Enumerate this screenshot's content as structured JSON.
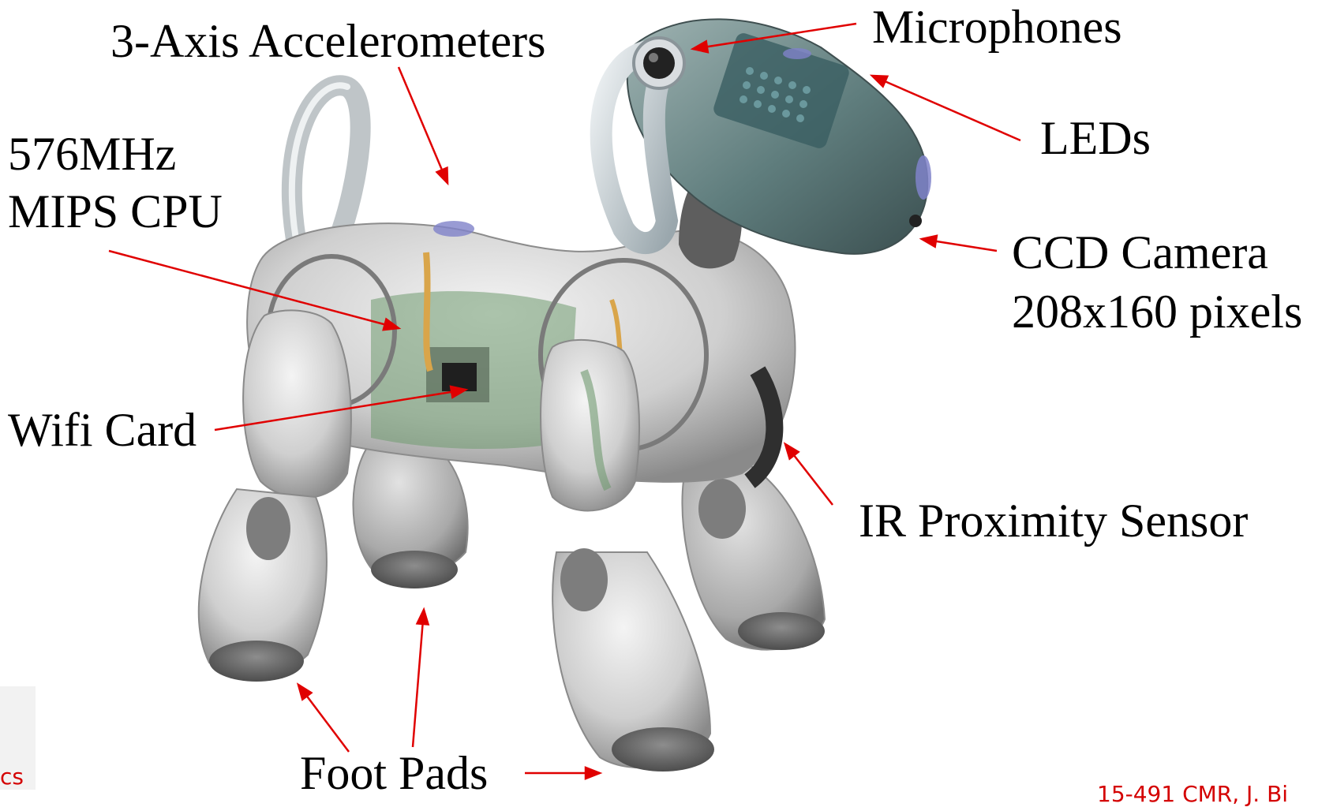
{
  "labels": {
    "accelerometers": "3-Axis Accelerometers",
    "microphones": "Microphones",
    "cpu_line1": "576MHz",
    "cpu_line2": "MIPS CPU",
    "leds": "LEDs",
    "camera_line1": "CCD Camera",
    "camera_line2": "208x160 pixels",
    "wifi": "Wifi Card",
    "ir_sensor": "IR Proximity Sensor",
    "foot_pads": "Foot Pads"
  },
  "footer": {
    "left_fragment": "cs",
    "right_fragment": "15-491 CMR, J. Bi"
  },
  "colors": {
    "arrow": "#e00000",
    "label_text": "#000000",
    "footer_text": "#d40000"
  },
  "figure": {
    "subject": "robot-dog-cutaway"
  }
}
